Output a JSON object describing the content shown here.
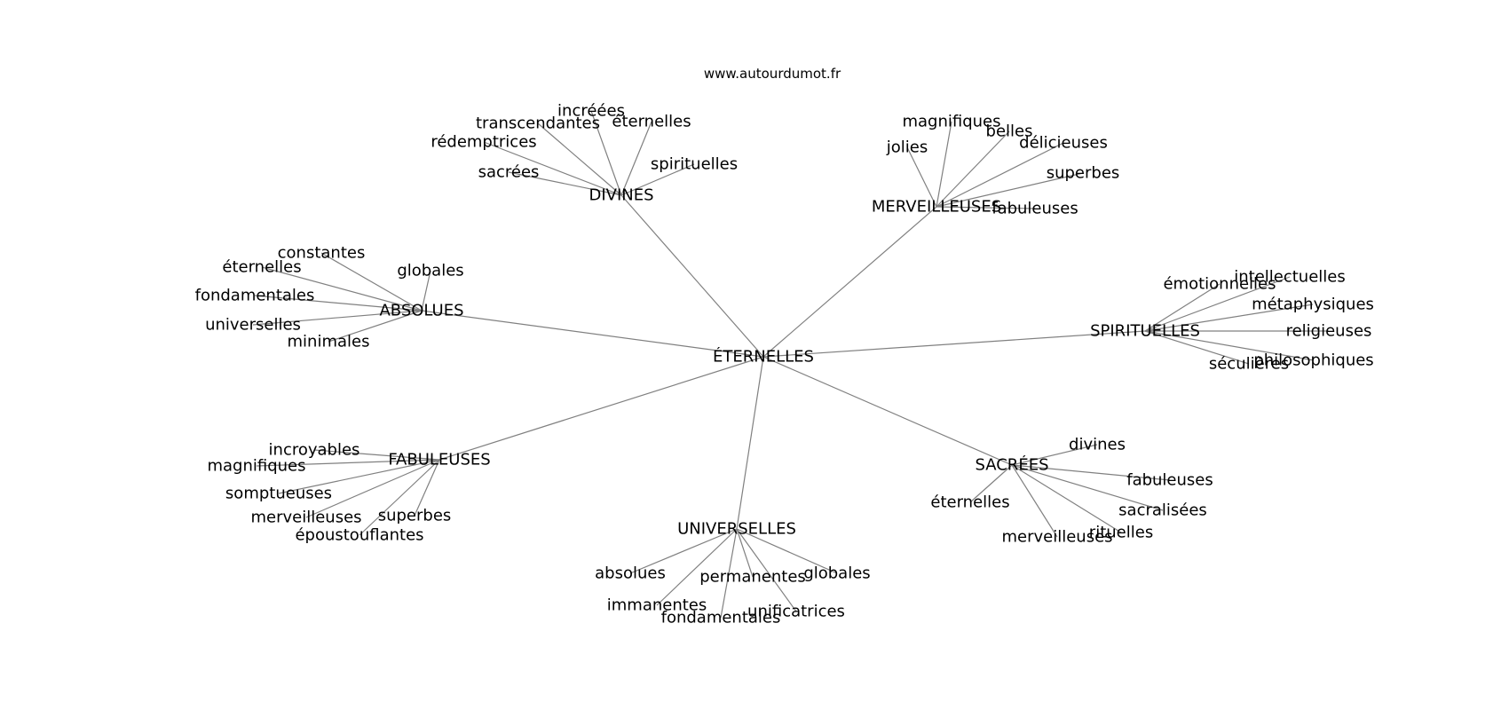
{
  "source": "www.autourdumot.fr",
  "colors": {
    "edge": "#808080",
    "text": "#000000",
    "background": "#ffffff"
  },
  "graph": {
    "center": "ÉTERNELLES",
    "hubs": [
      {
        "label": "DIVINES",
        "leaves": [
          "incréées",
          "transcendantes",
          "éternelles",
          "rédemptrices",
          "spirituelles",
          "sacrées"
        ]
      },
      {
        "label": "MERVEILLEUSES",
        "leaves": [
          "magnifiques",
          "belles",
          "jolies",
          "délicieuses",
          "superbes",
          "fabuleuses"
        ]
      },
      {
        "label": "ABSOLUES",
        "leaves": [
          "constantes",
          "éternelles",
          "globales",
          "fondamentales",
          "universelles",
          "minimales"
        ]
      },
      {
        "label": "SPIRITUELLES",
        "leaves": [
          "émotionnelles",
          "intellectuelles",
          "métaphysiques",
          "religieuses",
          "séculières",
          "philosophiques"
        ]
      },
      {
        "label": "FABULEUSES",
        "leaves": [
          "incroyables",
          "magnifiques",
          "somptueuses",
          "merveilleuses",
          "superbes",
          "époustouflantes"
        ]
      },
      {
        "label": "SACRÉES",
        "leaves": [
          "divines",
          "fabuleuses",
          "éternelles",
          "sacralisées",
          "merveilleuses",
          "rituelles"
        ]
      },
      {
        "label": "UNIVERSELLES",
        "leaves": [
          "absolues",
          "permanentes",
          "globales",
          "immanentes",
          "unificatrices",
          "fondamentales"
        ]
      }
    ]
  }
}
